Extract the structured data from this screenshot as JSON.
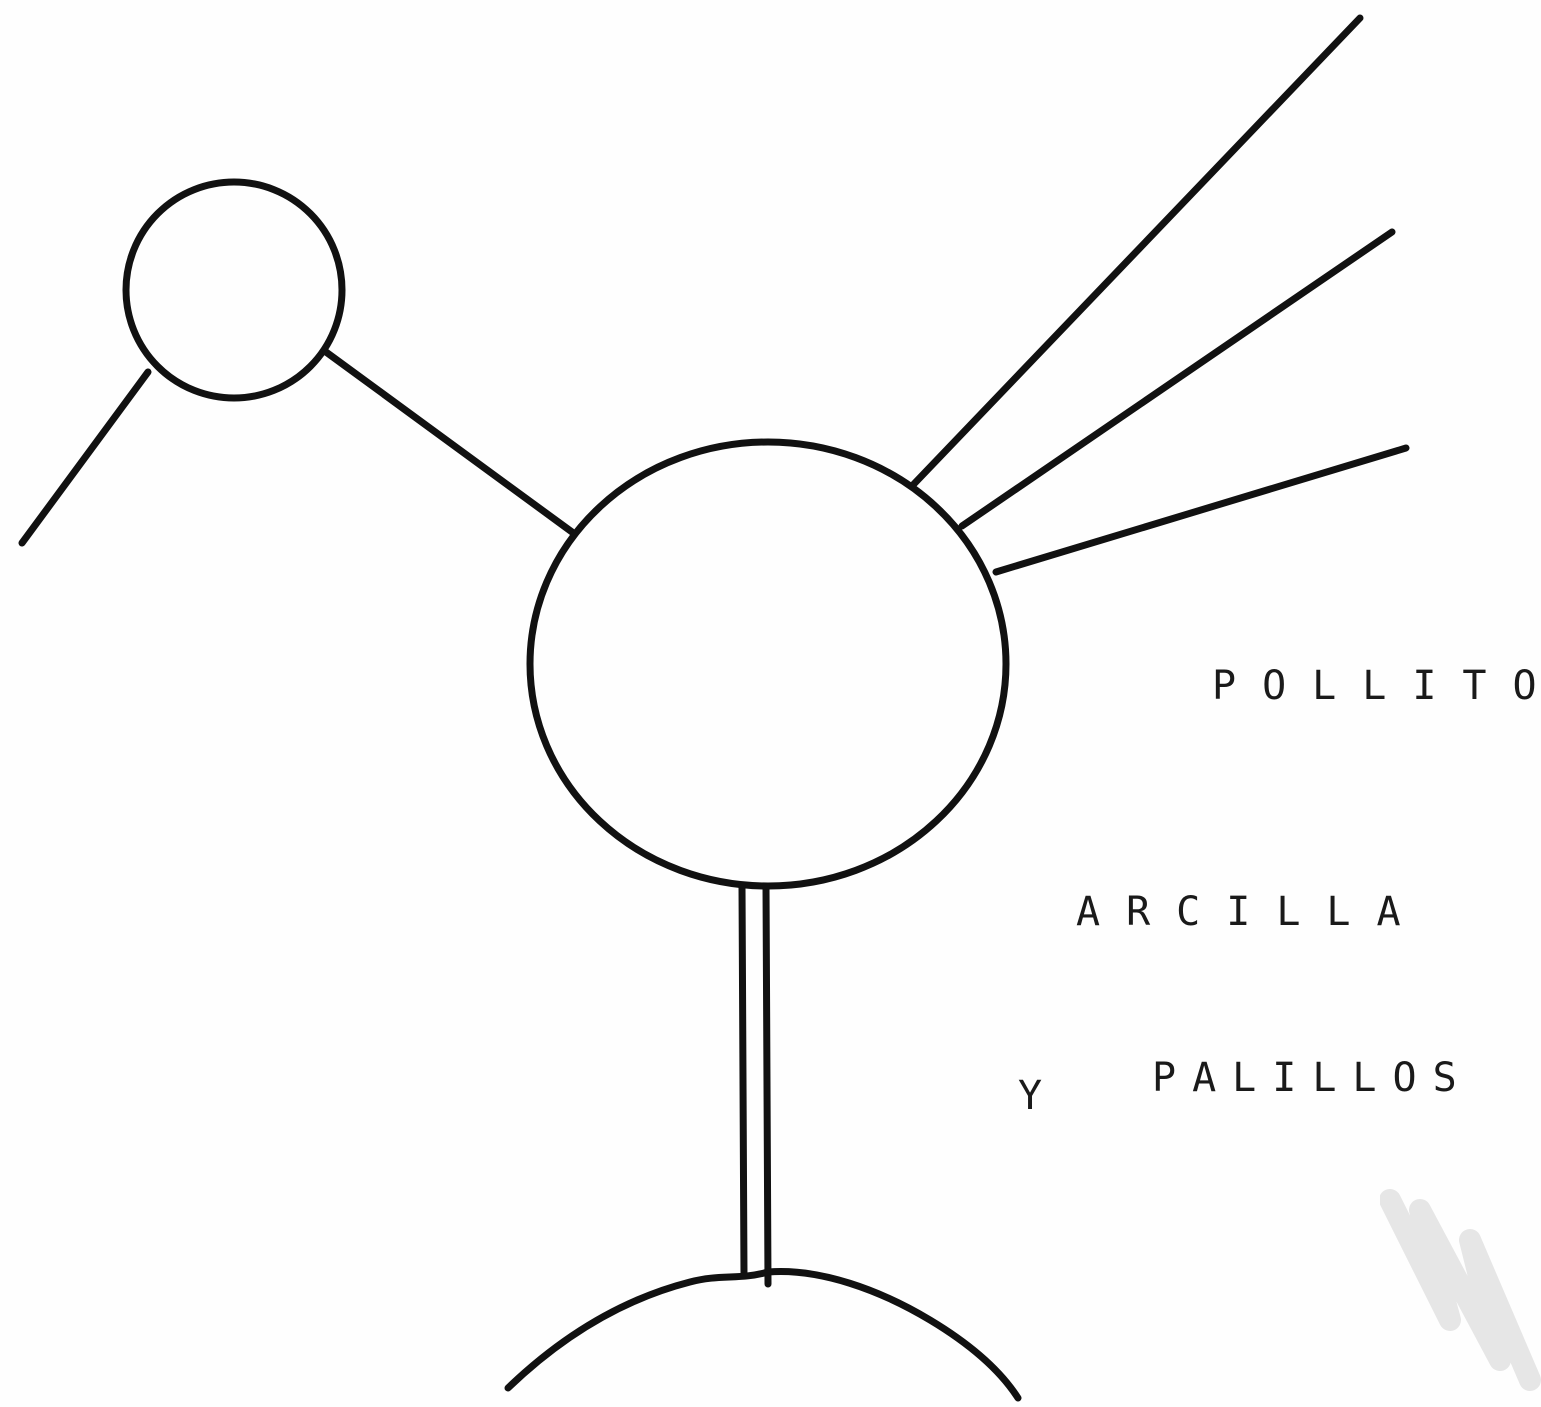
{
  "labels": {
    "line1": "POLLITO",
    "line2": "ARCILLA",
    "line3_prefix": "Y",
    "line3": "PALILLOS"
  },
  "colors": {
    "ink": "#111111",
    "paper": "#fefefe",
    "watermark": "#e6e6e6"
  }
}
